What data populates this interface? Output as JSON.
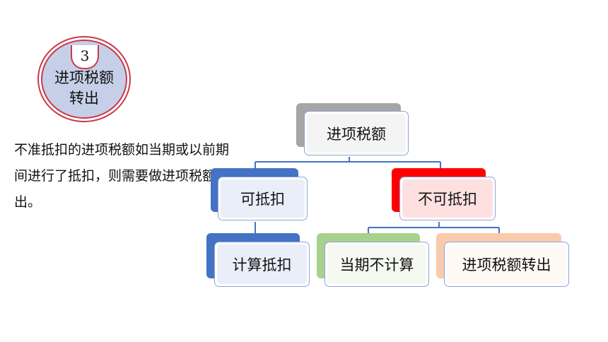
{
  "badge": {
    "number": "3",
    "title": "进项税额转出"
  },
  "description": "不准抵扣的进项税额如当期或以前期间进行了抵扣，则需要做进项税额转出。",
  "diagram": {
    "root": {
      "label": "进项税额",
      "accent": "#a6a6a6"
    },
    "deductible": {
      "label": "可抵扣",
      "accent": "#4472c4"
    },
    "non_deductible": {
      "label": "不可抵扣",
      "accent": "#ff0000"
    },
    "compute_deduction": {
      "label": "计算抵扣",
      "accent": "#4472c4"
    },
    "not_counted_current": {
      "label": "当期不计算",
      "accent": "#a9d18e"
    },
    "transfer_out": {
      "label": "进项税额转出",
      "accent": "#f8cbad"
    },
    "connector_color": "#4472c4"
  }
}
